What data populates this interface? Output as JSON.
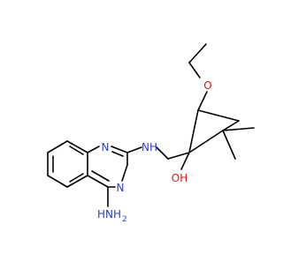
{
  "molecule": {
    "colors": {
      "bond": "#000000",
      "nitrogen": "#2b3fd6",
      "oxygen": "#e0180f",
      "background": "#ffffff"
    },
    "labels": {
      "ring_n_top": "N",
      "ring_n_bottom": "N",
      "linker_nh": "NH",
      "amine": "NH",
      "amine_sub": "2",
      "amine_prefix": "H",
      "hydroxyl": "OH",
      "ether_o": "O"
    }
  }
}
